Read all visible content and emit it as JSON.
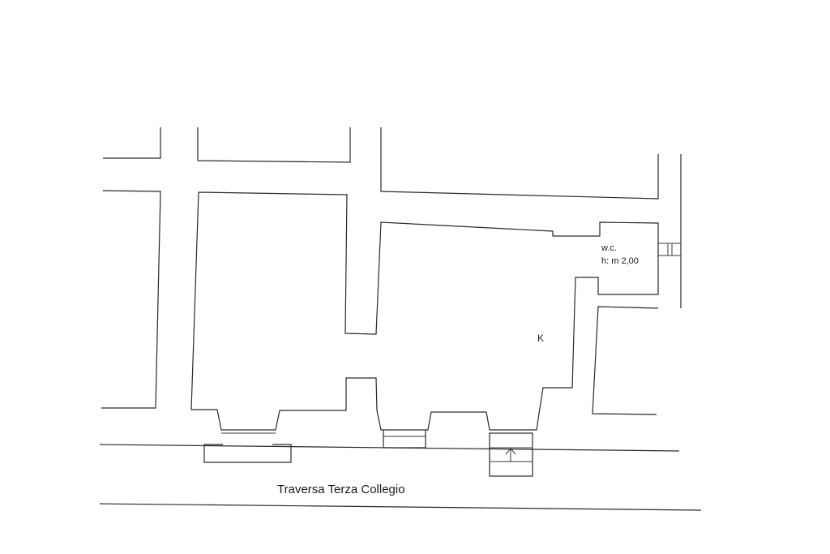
{
  "plan": {
    "rooms": {
      "wc_name": "w.c.",
      "wc_height": "h: m 2,00",
      "kitchen": "K"
    },
    "street_name": "Traversa Terza Collegio"
  }
}
